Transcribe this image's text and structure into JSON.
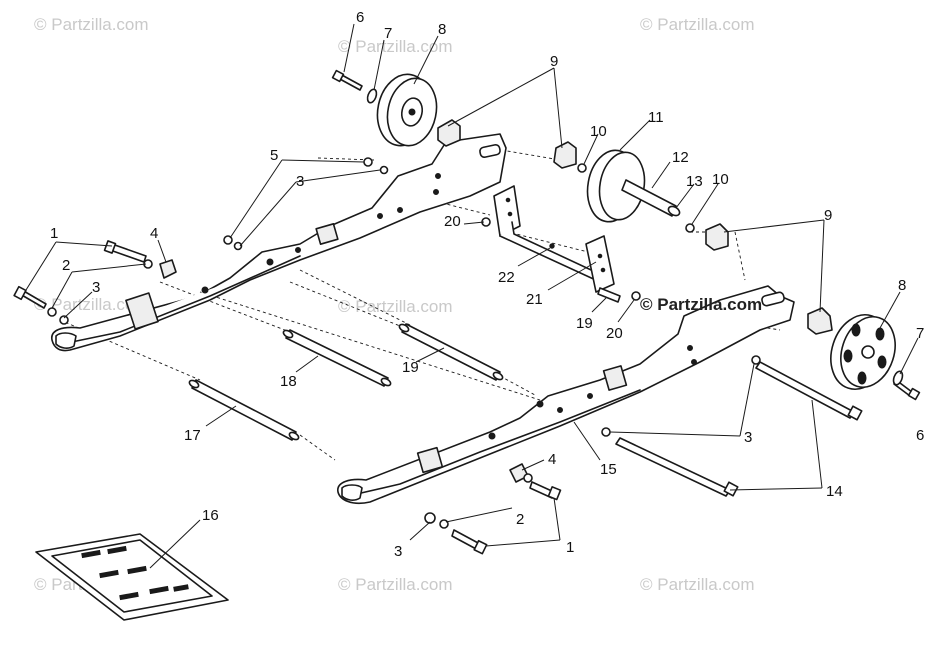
{
  "watermark": {
    "text": "© Partzilla.com",
    "color": "#c9c9c9",
    "dark_color": "#222222"
  },
  "callouts": [
    {
      "id": "c6a",
      "text": "6"
    },
    {
      "id": "c7a",
      "text": "7"
    },
    {
      "id": "c8a",
      "text": "8"
    },
    {
      "id": "c9a",
      "text": "9"
    },
    {
      "id": "c5",
      "text": "5"
    },
    {
      "id": "c3a",
      "text": "3"
    },
    {
      "id": "c10a",
      "text": "10"
    },
    {
      "id": "c11",
      "text": "11"
    },
    {
      "id": "c12",
      "text": "12"
    },
    {
      "id": "c13",
      "text": "13"
    },
    {
      "id": "c10b",
      "text": "10"
    },
    {
      "id": "c9b",
      "text": "9"
    },
    {
      "id": "c1a",
      "text": "1"
    },
    {
      "id": "c4a",
      "text": "4"
    },
    {
      "id": "c2a",
      "text": "2"
    },
    {
      "id": "c3b",
      "text": "3"
    },
    {
      "id": "c20a",
      "text": "20"
    },
    {
      "id": "c22",
      "text": "22"
    },
    {
      "id": "c21",
      "text": "21"
    },
    {
      "id": "c19a",
      "text": "19"
    },
    {
      "id": "c20b",
      "text": "20"
    },
    {
      "id": "c8b",
      "text": "8"
    },
    {
      "id": "c7b",
      "text": "7"
    },
    {
      "id": "c18",
      "text": "18"
    },
    {
      "id": "c19b",
      "text": "19"
    },
    {
      "id": "c17",
      "text": "17"
    },
    {
      "id": "c3c",
      "text": "3"
    },
    {
      "id": "c6b",
      "text": "6"
    },
    {
      "id": "c15",
      "text": "15"
    },
    {
      "id": "c4b",
      "text": "4"
    },
    {
      "id": "c14",
      "text": "14"
    },
    {
      "id": "c2b",
      "text": "2"
    },
    {
      "id": "c16",
      "text": "16"
    },
    {
      "id": "c1b",
      "text": "1"
    },
    {
      "id": "c3d",
      "text": "3"
    }
  ]
}
